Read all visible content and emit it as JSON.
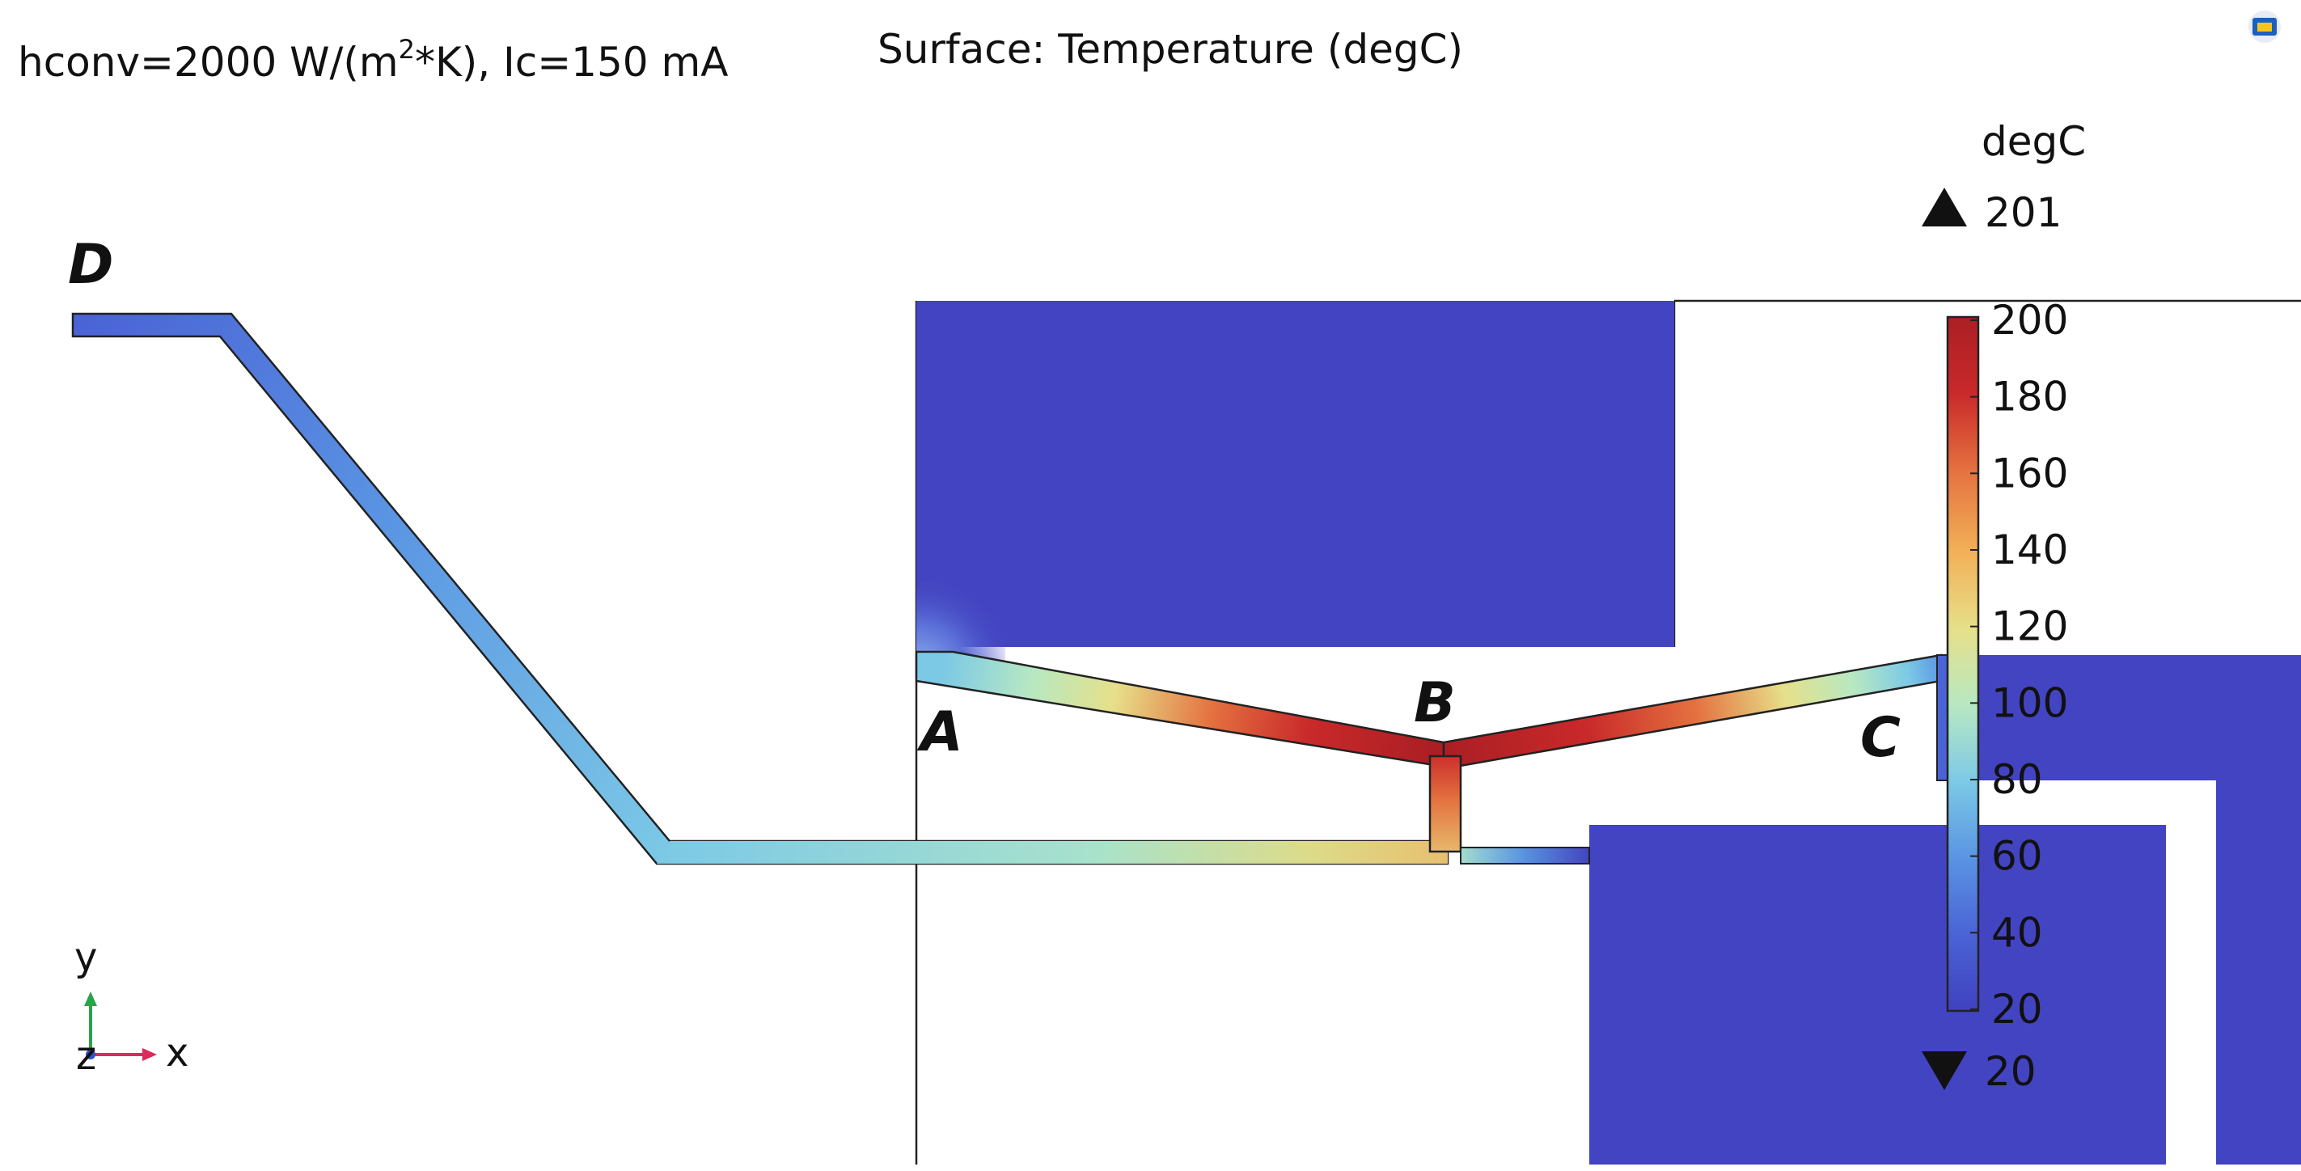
{
  "header": {
    "params_main": "hconv=2000 W/(m",
    "params_sup": "2",
    "params_tail": "*K), Ic=150 mA",
    "plot_title": "Surface: Temperature (degC)"
  },
  "toolbar": {
    "icon": "window-restore-icon"
  },
  "diagram": {
    "point_labels": {
      "A": "A",
      "B": "B",
      "C": "C",
      "D": "D"
    },
    "colors": {
      "cold": "#4344c1",
      "background": "#ffffff",
      "outline": "#222222"
    }
  },
  "colorbar": {
    "unit": "degC",
    "max_marker": "201",
    "min_marker": "20",
    "ticks": [
      "200",
      "180",
      "160",
      "140",
      "120",
      "100",
      "80",
      "60",
      "40",
      "20"
    ],
    "range": [
      20,
      200
    ],
    "colormap": [
      "#4041be",
      "#4a63d6",
      "#5a94e3",
      "#7cc9e6",
      "#b7e8c2",
      "#e6e08a",
      "#f2b158",
      "#e4713f",
      "#c9292a",
      "#ab1f24"
    ]
  },
  "axes_indicator": {
    "y_label": "y",
    "x_label": "x",
    "z_label": "z",
    "y_color": "#2aa24a",
    "x_color": "#d92b5c",
    "z_color": "#3050c8"
  }
}
